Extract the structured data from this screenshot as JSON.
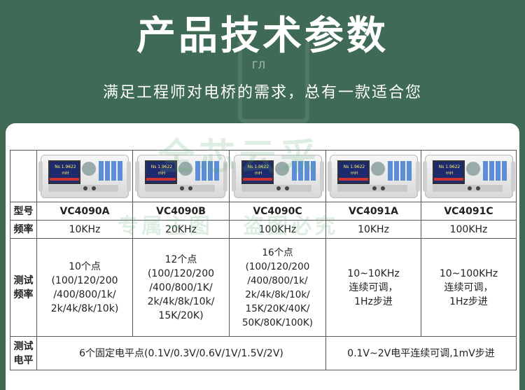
{
  "header": {
    "title": "产品技术参数",
    "subtitle": "满足工程师对电桥的需求，总有一款适合您",
    "deco_mark": "ГЛ"
  },
  "table": {
    "row_labels": {
      "model": "型号",
      "frequency": "频率",
      "test_frequency": "测试\n频率",
      "test_level": "测试\n电平"
    },
    "devices": [
      {
        "model": "VC4090A",
        "frequency": "10KHz",
        "screen_text": "Ns 1.9622 mH",
        "test_frequency": "10个点\n(100/120/200\n/400/800/1k/\n2k/4k/8k/10k)"
      },
      {
        "model": "VC4090B",
        "frequency": "20KHz",
        "screen_text": "Ns 1.9622 mH",
        "test_frequency": "12个点\n(100/120/200\n/400/800/1K/\n2k/4k/8k/10k/\n15K/20K)"
      },
      {
        "model": "VC4090C",
        "frequency": "100KHz",
        "screen_text": "Ns 1.9622 mH",
        "test_frequency": "16个点\n(100/120/200\n/400/800/1k/\n2k/4k/8k/10k/\n15K/20K/40K/\n50K/80K/100K)"
      },
      {
        "model": "VC4091A",
        "frequency": "10KHz",
        "screen_text": "Ns 1.9622 mH",
        "test_frequency": "10~10KHz\n连续可调，\n1Hz步进"
      },
      {
        "model": "VC4091C",
        "frequency": "100KHz",
        "screen_text": "Ns 1.9622 mH",
        "test_frequency": "10~100KHz\n连续可调，\n1Hz步进"
      }
    ],
    "test_level": {
      "vc4090": "6个固定电平点(0.1V/0.3V/0.6V/1V/1.5V/2V)",
      "vc4091": "0.1V~2V电平连续可调,1mV步进"
    }
  },
  "watermark": {
    "line1": "全芯云采",
    "line2": "专属主图   盗图必究"
  },
  "colors": {
    "background": "#3f6a56",
    "panel": "#ffffff",
    "border": "#5a5a5a",
    "device_screen": "#1e2a6e",
    "device_keys": "#5b8ed6"
  }
}
